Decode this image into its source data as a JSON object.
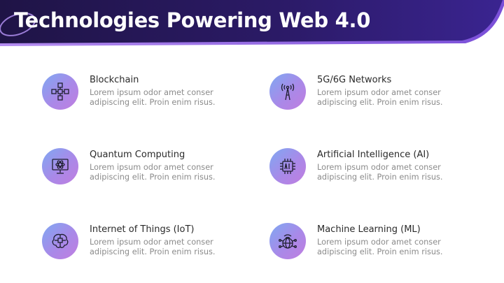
{
  "slide": {
    "title": "Technologies Powering Web 4.0",
    "colors": {
      "banner_dark": "#231452",
      "banner_mid": "#3d2488",
      "accent": "#8f6fe6"
    }
  },
  "items": [
    {
      "icon": "blockchain-icon",
      "title": "Blockchain",
      "line1": "Lorem ipsum odor amet conser",
      "line2": "adipiscing elit. Proin enim risus."
    },
    {
      "icon": "cell-tower-icon",
      "title": "5G/6G Networks",
      "line1": "Lorem ipsum odor amet conser",
      "line2": "adipiscing elit. Proin enim risus."
    },
    {
      "icon": "quantum-computer-icon",
      "title": "Quantum Computing",
      "line1": "Lorem ipsum odor amet conser",
      "line2": "adipiscing elit. Proin enim risus."
    },
    {
      "icon": "ai-chip-icon",
      "title": "Artificial Intelligence (AI)",
      "line1": "Lorem ipsum odor amet conser",
      "line2": "adipiscing elit. Proin enim risus."
    },
    {
      "icon": "iot-brain-icon",
      "title": "Internet of Things (IoT)",
      "line1": "Lorem ipsum odor amet conser",
      "line2": "adipiscing elit. Proin enim risus."
    },
    {
      "icon": "network-globe-icon",
      "title": "Machine Learning (ML)",
      "line1": "Lorem ipsum odor amet conser",
      "line2": "adipiscing elit. Proin enim risus."
    }
  ]
}
